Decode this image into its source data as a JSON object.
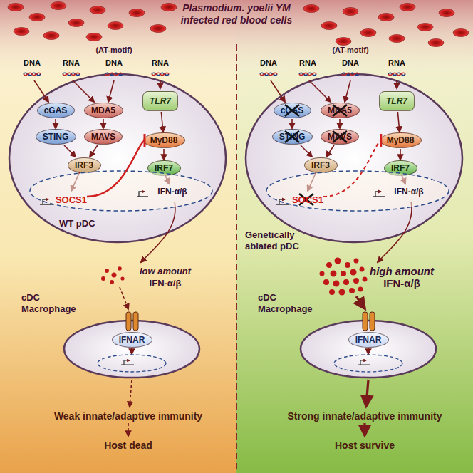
{
  "diagram": {
    "title": "Plasmodium. yoelii YM infected red blood cells",
    "nodes": [
      {
        "text": [
          "WT pDC"
        ]
      },
      {
        "text": [
          "cGAS"
        ],
        "in": 0
      },
      {
        "text": [
          "MDA5"
        ],
        "in": 0
      },
      {
        "text": [
          "TLR7"
        ],
        "in": 0
      },
      {
        "text": [
          "STING"
        ],
        "in": 0
      },
      {
        "text": [
          "MAVS"
        ],
        "in": 0
      },
      {
        "text": [
          "MyD88"
        ],
        "in": 0
      },
      {
        "text": [
          "IRF3"
        ],
        "in": 0
      },
      {
        "text": [
          "IRF7"
        ],
        "in": 0
      },
      {
        "text": [
          "cDC Macrophage"
        ]
      },
      {
        "text": [
          "IFNAR"
        ],
        "in": 9
      },
      {
        "text": [
          "Genetically ablated pDC"
        ]
      },
      {
        "text": [
          "cGAS"
        ],
        "in": 11
      },
      {
        "text": [
          "MDA5"
        ],
        "in": 11
      },
      {
        "text": [
          "TLR7"
        ],
        "in": 11
      },
      {
        "text": [
          "STING"
        ],
        "in": 11
      },
      {
        "text": [
          "MAVS"
        ],
        "in": 11
      },
      {
        "text": [
          "MyD88"
        ],
        "in": 11
      },
      {
        "text": [
          "IRF3"
        ],
        "in": 11
      },
      {
        "text": [
          "IRF7"
        ],
        "in": 11
      },
      {
        "text": [
          "cDC Macrophage"
        ]
      },
      {
        "text": [
          "IFNAR"
        ],
        "in": 20
      }
    ],
    "edges": [
      {
        "from": 1,
        "to": 4,
        "arrow": "to"
      },
      {
        "from": 4,
        "to": 7,
        "arrow": "to"
      },
      {
        "from": 2,
        "to": 5,
        "arrow": "to"
      },
      {
        "from": 5,
        "to": 7,
        "arrow": "to"
      },
      {
        "from": 3,
        "to": 6,
        "arrow": "to"
      },
      {
        "from": 6,
        "to": 8,
        "arrow": "to"
      },
      {
        "from": 12,
        "to": 15,
        "arrow": "to"
      },
      {
        "from": 15,
        "to": 18,
        "arrow": "to"
      },
      {
        "from": 13,
        "to": 16,
        "arrow": "to"
      },
      {
        "from": 16,
        "to": 18,
        "arrow": "to"
      },
      {
        "from": 14,
        "to": 17,
        "arrow": "to"
      },
      {
        "from": 17,
        "to": 19,
        "arrow": "to"
      }
    ],
    "labels": [
      "(AT-motif)",
      "DNA",
      "RNA",
      "DNA",
      "RNA",
      "SOCS1",
      "IFN-α/β",
      "low amount",
      "IFN-α/β",
      "Weak innate/adaptive immunity",
      "Host dead",
      "(AT-motif)",
      "DNA",
      "RNA",
      "DNA",
      "RNA",
      "SOCS1",
      "IFN-α/β",
      "high amount",
      "IFN-α/β",
      "Strong innate/adaptive immunity",
      "Host survive"
    ]
  }
}
